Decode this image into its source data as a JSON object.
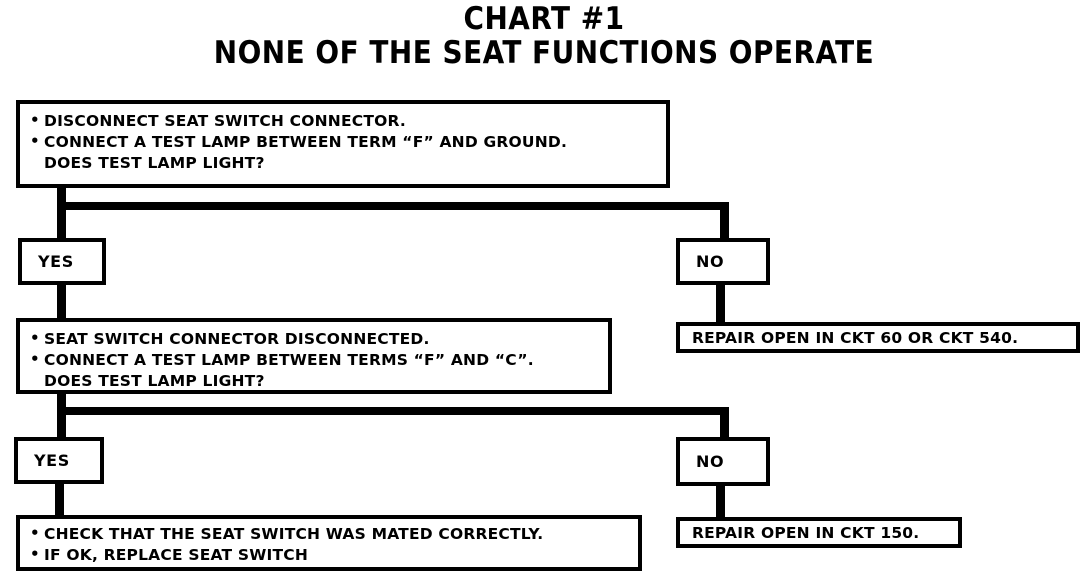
{
  "title": {
    "line1": "CHART #1",
    "line2": "NONE OF THE SEAT FUNCTIONS OPERATE"
  },
  "nodes": {
    "step1": {
      "type": "test-step",
      "lines": [
        "DISCONNECT SEAT SWITCH CONNECTOR.",
        "CONNECT A TEST LAMP BETWEEN TERM “F” AND GROUND.",
        "DOES TEST LAMP LIGHT?"
      ]
    },
    "step1_yes": {
      "type": "decision",
      "label": "YES"
    },
    "step1_no": {
      "type": "decision",
      "label": "NO"
    },
    "step1_no_result": {
      "type": "result",
      "label": "REPAIR OPEN IN CKT 60 OR CKT 540."
    },
    "step2": {
      "type": "test-step",
      "lines": [
        "SEAT SWITCH CONNECTOR DISCONNECTED.",
        "CONNECT A TEST LAMP BETWEEN TERMS “F” AND “C”.",
        "DOES TEST LAMP LIGHT?"
      ]
    },
    "step2_yes": {
      "type": "decision",
      "label": "YES"
    },
    "step2_no": {
      "type": "decision",
      "label": "NO"
    },
    "step2_no_result": {
      "type": "result",
      "label": "REPAIR OPEN IN CKT 150."
    },
    "step2_yes_result": {
      "type": "result-multiline",
      "lines": [
        "CHECK THAT THE SEAT SWITCH WAS MATED CORRECTLY.",
        "IF OK, REPLACE SEAT SWITCH"
      ]
    }
  },
  "colors": {
    "ink": "#000000",
    "paper": "#ffffff"
  }
}
